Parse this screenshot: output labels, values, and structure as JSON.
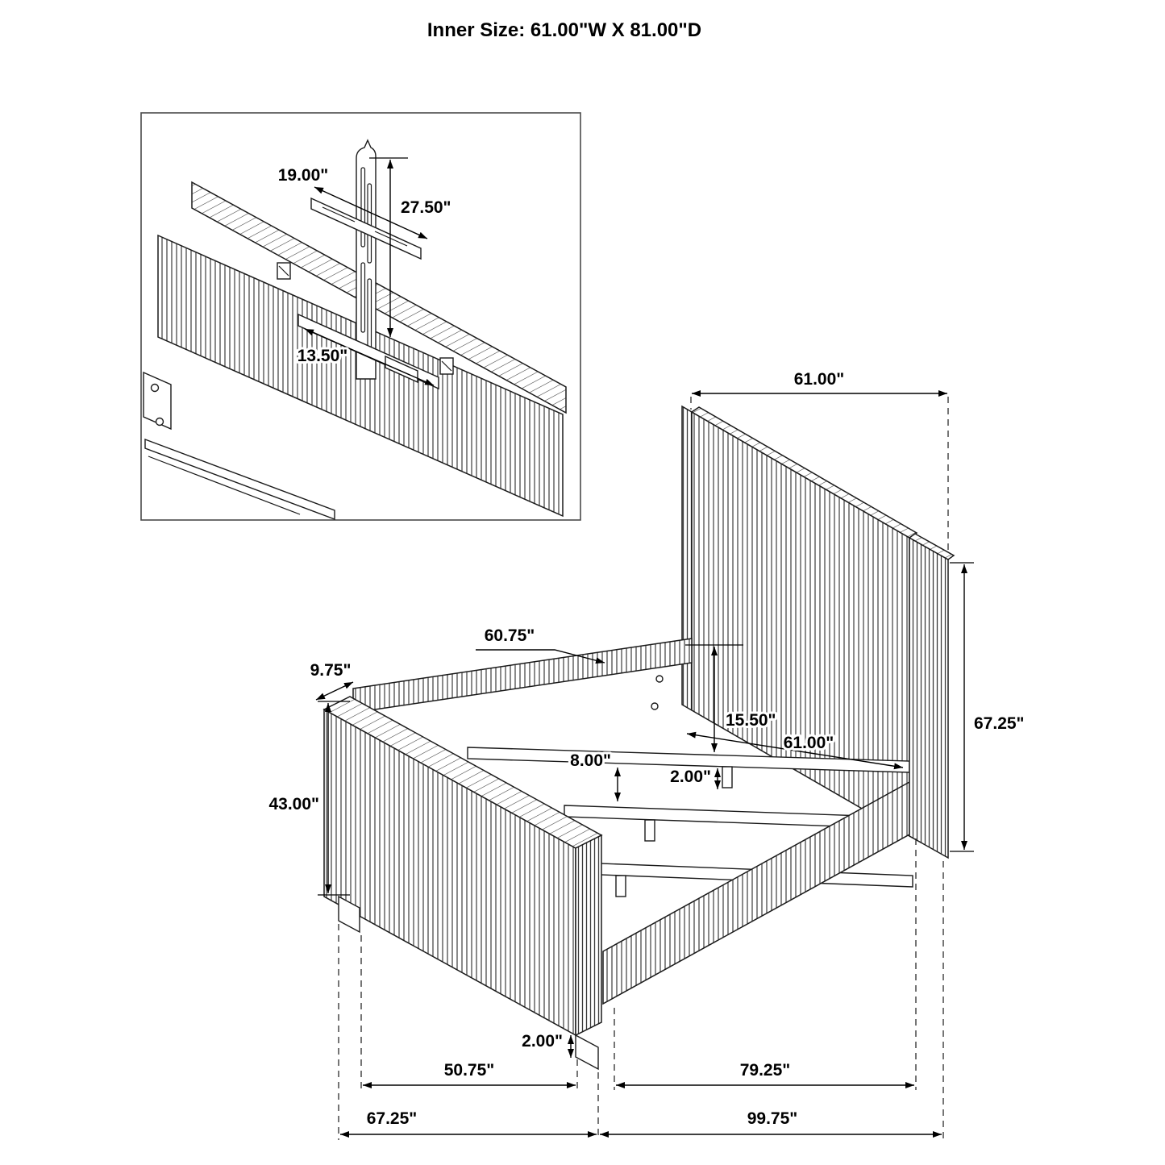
{
  "title": "Inner Size: 61.00\"W X 81.00\"D",
  "inset": {
    "dims": {
      "wall_cleat_length": "19.00\"",
      "bracket_height": "27.50\"",
      "support_cleat_length": "13.50\""
    }
  },
  "main": {
    "dims": {
      "headboard_width": "61.00\"",
      "headboard_height": "67.25\"",
      "side_rail_length": "60.75\"",
      "footboard_thickness": "9.75\"",
      "rail_height": "15.50\"",
      "inner_width": "61.00\"",
      "slat_height": "8.00\"",
      "center_leg_height": "2.00\"",
      "footboard_height": "43.00\"",
      "foot_leg_height": "2.00\"",
      "footboard_inner_length": "50.75\"",
      "inner_frame_length": "79.25\"",
      "footboard_overall_length": "67.25\"",
      "overall_length": "99.75\""
    }
  }
}
